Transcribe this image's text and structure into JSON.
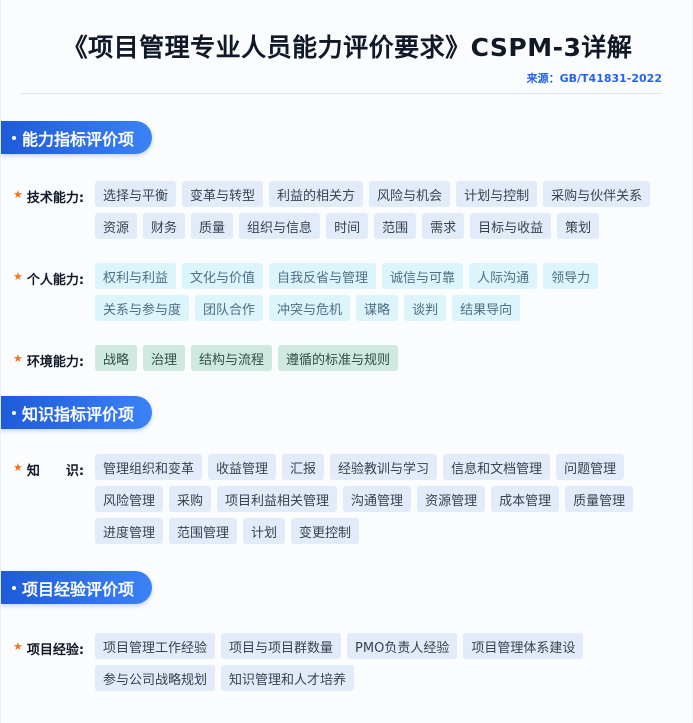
{
  "header": {
    "title": "《项目管理专业人员能力评价要求》CSPM-3详解",
    "source": "来源：GB/T41831-2022"
  },
  "sections": [
    {
      "title": "能力指标评价项",
      "rows": [
        {
          "label": "技术能力:",
          "tags": [
            "选择与平衡",
            "变革与转型",
            "利益的相关方",
            "风险与机会",
            "计划与控制",
            "采购与伙伴关系",
            "资源",
            "财务",
            "质量",
            "组织与信息",
            "时间",
            "范围",
            "需求",
            "目标与收益",
            "策划"
          ]
        },
        {
          "label": "个人能力:",
          "tags": [
            "权利与利益",
            "文化与价值",
            "自我反省与管理",
            "诚信与可靠",
            "人际沟通",
            "领导力",
            "关系与参与度",
            "团队合作",
            "冲突与危机",
            "谋略",
            "谈判",
            "结果导向"
          ]
        },
        {
          "label": "环境能力:",
          "tags": [
            "战略",
            "治理",
            "结构与流程",
            "遵循的标准与规则"
          ]
        }
      ]
    },
    {
      "title": "知识指标评价项",
      "rows": [
        {
          "label": "知　　识:",
          "tags": [
            "管理组织和变革",
            "收益管理",
            "汇报",
            "经验教训与学习",
            "信息和文档管理",
            "问题管理",
            "风险管理",
            "采购",
            "项目利益相关管理",
            "沟通管理",
            "资源管理",
            "成本管理",
            "质量管理",
            "进度管理",
            "范围管理",
            "计划",
            "变更控制"
          ]
        }
      ]
    },
    {
      "title": "项目经验评价项",
      "rows": [
        {
          "label": "项目经验:",
          "tags": [
            "项目管理工作经验",
            "项目与项目群数量",
            "PMO负责人经验",
            "项目管理体系建设",
            "参与公司战略规划",
            "知识管理和人才培养"
          ]
        }
      ]
    }
  ],
  "colors": {
    "accent": "#2563eb",
    "star": "#f97316",
    "tag_blue": "#e2ebf9",
    "tag_cyan": "#dcf4fb",
    "tag_green": "#cfe9e1"
  }
}
